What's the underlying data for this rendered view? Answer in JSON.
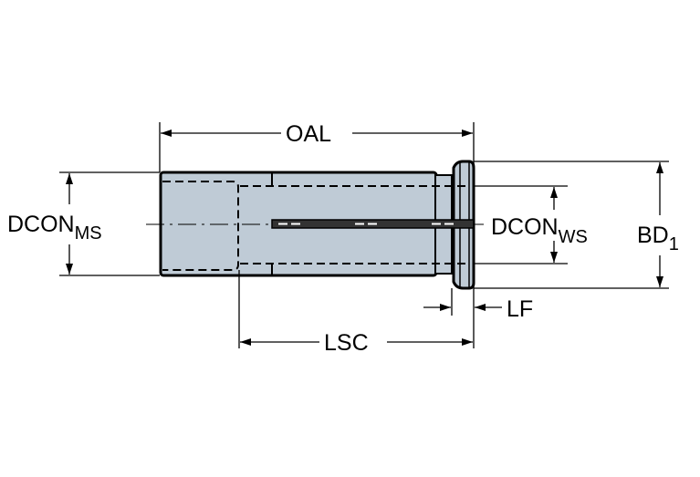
{
  "dimensions": {
    "oal": "OAL",
    "dcon_ms": {
      "main": "DCON",
      "sub": "MS"
    },
    "dcon_ws": {
      "main": "DCON",
      "sub": "WS"
    },
    "bd1": {
      "main": "BD",
      "sub": "1"
    },
    "lf": "LF",
    "lsc": "LSC"
  },
  "colors": {
    "body_fill": "#bfcbd6",
    "line": "#000000"
  }
}
